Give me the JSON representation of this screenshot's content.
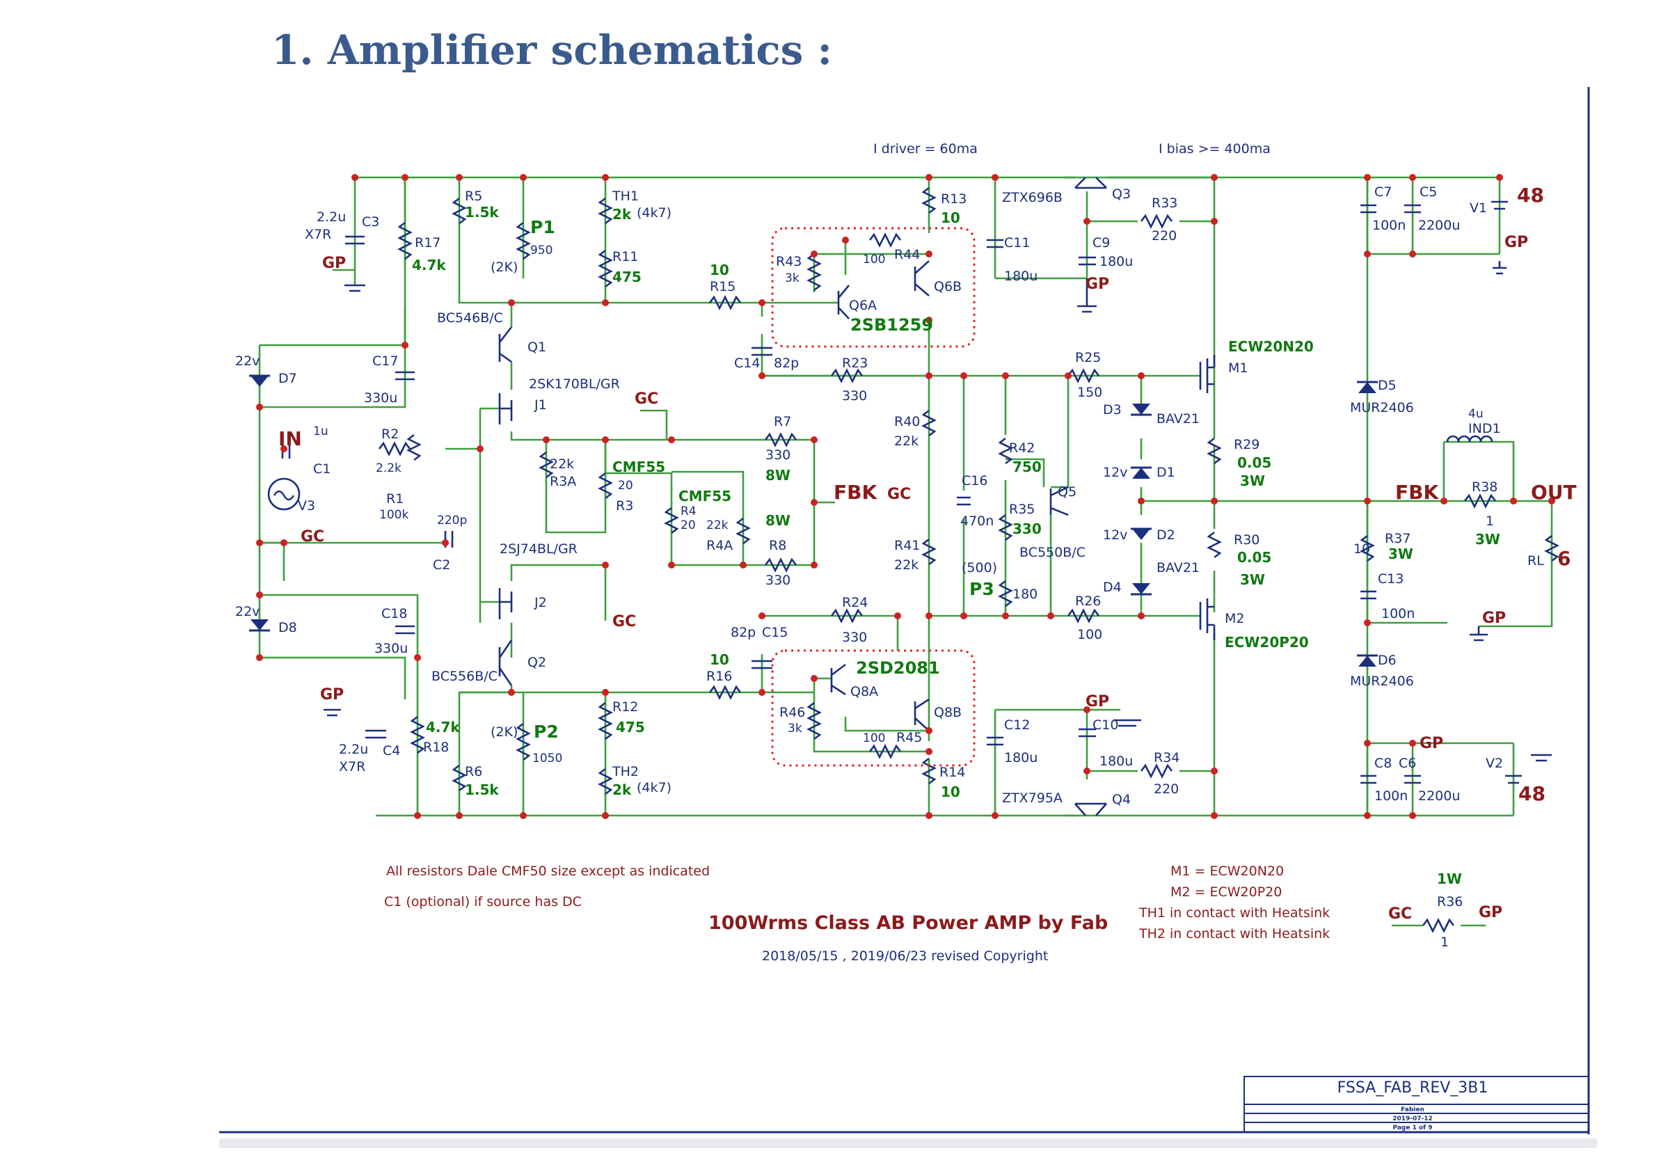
{
  "heading": "1.  Amplifier schematics :",
  "annotations": {
    "i_driver": "I driver = 60ma",
    "i_bias": "I bias >= 400ma",
    "note1": "All resistors Dale CMF50 size except as indicated",
    "note2": "C1 (optional) if source has DC",
    "title": "100Wrms Class AB Power AMP by Fab",
    "date": "2018/05/15 , 2019/06/23 revised Copyright",
    "m1_note": "M1 = ECW20N20",
    "m2_note": "M2 = ECW20P20",
    "th1_note": "TH1 in contact with Heatsink",
    "th2_note": "TH2 in contact with Heatsink",
    "r36_power": "1W",
    "r36_label": "R36",
    "r36_value": "1"
  },
  "title_block": {
    "doc": "FSSA_FAB_REV_3B1",
    "author": "Fabien",
    "date": "2019-07-12",
    "page": "Page 1 of 9"
  },
  "nets": {
    "in": "IN",
    "out": "OUT",
    "fbk": "FBK",
    "gc": "GC",
    "gp": "GP"
  },
  "supplies": {
    "v1": "V1",
    "v1_val": "48",
    "v2": "V2",
    "v2_val": "48",
    "v3": "V3"
  },
  "groups": {
    "q6": "2SB1259",
    "q8": "2SD2081",
    "cmf55_a": "CMF55",
    "cmf55_b": "CMF55"
  },
  "labels": {
    "R5": "R5",
    "R5v": "1.5k",
    "R17": "R17",
    "R17v": "4.7k",
    "P1": "P1",
    "P1v": "950",
    "P1r": "(2K)",
    "TH1": "TH1",
    "TH1v": "2k",
    "TH1p": "(4k7)",
    "R11": "R11",
    "R11v": "475",
    "R15": "R15",
    "R15v": "10",
    "R43": "R43",
    "R43v": "3k",
    "R44": "R44",
    "R44v": "100",
    "Q6A": "Q6A",
    "Q6B": "Q6B",
    "R13": "R13",
    "R13v": "10",
    "ZTX696B": "ZTX696B",
    "Q3": "Q3",
    "C11": "C11",
    "C11v": "180u",
    "C9": "C9",
    "C9v": "180u",
    "R33": "R33",
    "R33v": "220",
    "C7": "C7",
    "C7v": "100n",
    "C5": "C5",
    "C5v": "2200u",
    "C3": "C3",
    "C3v1": "2.2u",
    "C3v2": "X7R",
    "Q1": "Q1",
    "Q1t": "BC546B/C",
    "D7": "D7",
    "D7v": "22v",
    "C17": "C17",
    "C17v": "330u",
    "J1": "J1",
    "J1t": "2SK170BL/GR",
    "C14": "C14",
    "C14v": "82p",
    "R23": "R23",
    "R23v": "330",
    "R25": "R25",
    "R25v": "150",
    "M1": "M1",
    "M1t": "ECW20N20",
    "C1": "C1",
    "C1v": "1u",
    "R2": "R2",
    "R2v": "2.2k",
    "R1": "R1",
    "R1v": "100k",
    "C2": "C2",
    "C2v": "220p",
    "R3A": "R3A",
    "R3Av": "22k",
    "R3": "R3",
    "R3v": "20",
    "R4": "R4",
    "R4v": "20",
    "R4A": "R4A",
    "R4Av": "22k",
    "R7": "R7",
    "R7v": "330",
    "R7p": "8W",
    "R8": "R8",
    "R8v": "330",
    "R8p": "8W",
    "R40": "R40",
    "R40v": "22k",
    "R41": "R41",
    "R41v": "22k",
    "R42": "R42",
    "R42v": "750",
    "R35": "R35",
    "R35v": "330",
    "P3": "P3",
    "P3r": "(500)",
    "P3v": "180",
    "C16": "C16",
    "C16v": "470n",
    "Q5": "Q5",
    "Q5t": "BC550B/C",
    "D3": "D3",
    "D3t": "BAV21",
    "D1": "D1",
    "D1v": "12v",
    "D2": "D2",
    "D2v": "12v",
    "D4": "D4",
    "D4t": "BAV21",
    "R29": "R29",
    "R29v": "0.05",
    "R29p": "3W",
    "R30": "R30",
    "R30v": "0.05",
    "R30p": "3W",
    "D5": "D5",
    "D5t": "MUR2406",
    "D6": "D6",
    "D6t": "MUR2406",
    "IND1": "IND1",
    "IND1v": "4u",
    "R38": "R38",
    "R38v": "1",
    "R38p": "3W",
    "R37": "R37",
    "R37v": "10",
    "R37p": "3W",
    "C13": "C13",
    "C13v": "100n",
    "RL": "RL",
    "RLv": "6",
    "J2": "J2",
    "J2t": "2SJ74BL/GR",
    "D8": "D8",
    "D8v": "22v",
    "C18": "C18",
    "C18v": "330u",
    "Q2": "Q2",
    "Q2t": "BC556B/C",
    "R24": "R24",
    "R24v": "330",
    "C15": "C15",
    "C15v": "82p",
    "R26": "R26",
    "R26v": "100",
    "M2": "M2",
    "M2t": "ECW20P20",
    "R16": "R16",
    "R16v": "10",
    "R46": "R46",
    "R46v": "3k",
    "R45": "R45",
    "R45v": "100",
    "Q8A": "Q8A",
    "Q8B": "Q8B",
    "R14": "R14",
    "R14v": "10",
    "C4": "C4",
    "C4v1": "2.2u",
    "C4v2": "X7R",
    "R18": "R18",
    "R18v": "4.7k",
    "P2": "P2",
    "P2v": "1050",
    "P2r": "(2K)",
    "R12": "R12",
    "R12v": "475",
    "R6": "R6",
    "R6v": "1.5k",
    "TH2": "TH2",
    "TH2v": "2k",
    "TH2p": "(4k7)",
    "C12": "C12",
    "C12v": "180u",
    "C10": "C10",
    "C10v": "180u",
    "R34": "R34",
    "R34v": "220",
    "ZTX795A": "ZTX795A",
    "Q4": "Q4",
    "C8": "C8",
    "C8v": "100n",
    "C6": "C6",
    "C6v": "2200u"
  }
}
